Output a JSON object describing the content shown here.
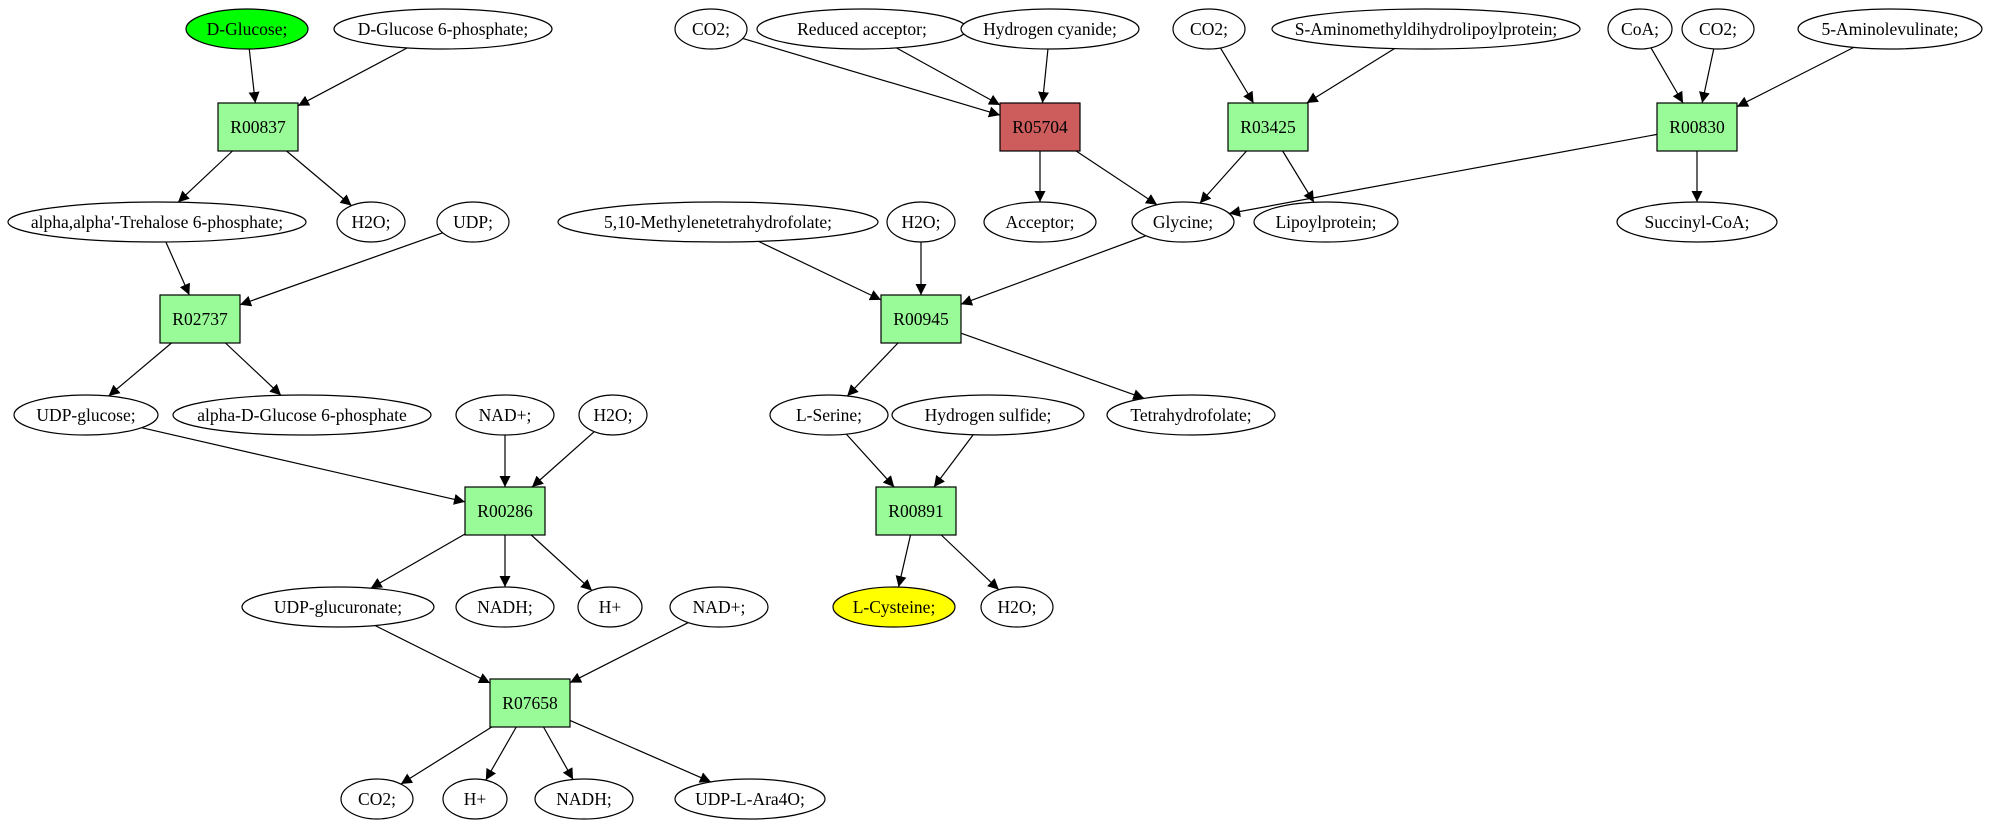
{
  "colors": {
    "reaction": "#98fb98",
    "reaction_highlight": "#cd5c5c",
    "start_compound": "#00ff00",
    "target_compound": "#ffff00",
    "compound": "#ffffff"
  },
  "graph": {
    "nodes": [
      {
        "id": "dglucose",
        "label": "D-Glucose;",
        "kind": "compound",
        "role": "start"
      },
      {
        "id": "dglc6p",
        "label": "D-Glucose 6-phosphate;",
        "kind": "compound"
      },
      {
        "id": "R00837",
        "label": "R00837",
        "kind": "reaction"
      },
      {
        "id": "trehalose6p",
        "label": "alpha,alpha'-Trehalose 6-phosphate;",
        "kind": "compound"
      },
      {
        "id": "h2o_a",
        "label": "H2O;",
        "kind": "compound"
      },
      {
        "id": "udp_a",
        "label": "UDP;",
        "kind": "compound"
      },
      {
        "id": "R02737",
        "label": "R02737",
        "kind": "reaction"
      },
      {
        "id": "udpglucose",
        "label": "UDP-glucose;",
        "kind": "compound"
      },
      {
        "id": "adg6p",
        "label": "alpha-D-Glucose 6-phosphate",
        "kind": "compound"
      },
      {
        "id": "nadp_a",
        "label": "NAD+;",
        "kind": "compound"
      },
      {
        "id": "h2o_b",
        "label": "H2O;",
        "kind": "compound"
      },
      {
        "id": "R00286",
        "label": "R00286",
        "kind": "reaction"
      },
      {
        "id": "udpglucuronate",
        "label": "UDP-glucuronate;",
        "kind": "compound"
      },
      {
        "id": "nadh_a",
        "label": "NADH;",
        "kind": "compound"
      },
      {
        "id": "hplus_a",
        "label": "H+",
        "kind": "compound"
      },
      {
        "id": "nadp_b",
        "label": "NAD+;",
        "kind": "compound"
      },
      {
        "id": "R07658",
        "label": "R07658",
        "kind": "reaction"
      },
      {
        "id": "co2_d",
        "label": "CO2;",
        "kind": "compound"
      },
      {
        "id": "hplus_b",
        "label": "H+",
        "kind": "compound"
      },
      {
        "id": "nadh_b",
        "label": "NADH;",
        "kind": "compound"
      },
      {
        "id": "udplara4o",
        "label": "UDP-L-Ara4O;",
        "kind": "compound"
      },
      {
        "id": "co2_a",
        "label": "CO2;",
        "kind": "compound"
      },
      {
        "id": "redacc",
        "label": "Reduced acceptor;",
        "kind": "compound"
      },
      {
        "id": "hcn",
        "label": "Hydrogen cyanide;",
        "kind": "compound"
      },
      {
        "id": "R05704",
        "label": "R05704",
        "kind": "reaction",
        "role": "highlight"
      },
      {
        "id": "acceptor",
        "label": "Acceptor;",
        "kind": "compound"
      },
      {
        "id": "glycine",
        "label": "Glycine;",
        "kind": "compound"
      },
      {
        "id": "co2_b",
        "label": "CO2;",
        "kind": "compound"
      },
      {
        "id": "samdlp",
        "label": "S-Aminomethyldihydrolipoylprotein;",
        "kind": "compound"
      },
      {
        "id": "R03425",
        "label": "R03425",
        "kind": "reaction"
      },
      {
        "id": "lipoylprotein",
        "label": "Lipoylprotein;",
        "kind": "compound"
      },
      {
        "id": "coa",
        "label": "CoA;",
        "kind": "compound"
      },
      {
        "id": "co2_c",
        "label": "CO2;",
        "kind": "compound"
      },
      {
        "id": "ala5",
        "label": "5-Aminolevulinate;",
        "kind": "compound"
      },
      {
        "id": "R00830",
        "label": "R00830",
        "kind": "reaction"
      },
      {
        "id": "succinylcoa",
        "label": "Succinyl-CoA;",
        "kind": "compound"
      },
      {
        "id": "methylenethf",
        "label": "5,10-Methylenetetrahydrofolate;",
        "kind": "compound"
      },
      {
        "id": "h2o_c",
        "label": "H2O;",
        "kind": "compound"
      },
      {
        "id": "R00945",
        "label": "R00945",
        "kind": "reaction"
      },
      {
        "id": "lserine",
        "label": "L-Serine;",
        "kind": "compound"
      },
      {
        "id": "thf",
        "label": "Tetrahydrofolate;",
        "kind": "compound"
      },
      {
        "id": "h2s",
        "label": "Hydrogen sulfide;",
        "kind": "compound"
      },
      {
        "id": "R00891",
        "label": "R00891",
        "kind": "reaction"
      },
      {
        "id": "lcysteine",
        "label": "L-Cysteine;",
        "kind": "compound",
        "role": "target"
      },
      {
        "id": "h2o_d",
        "label": "H2O;",
        "kind": "compound"
      }
    ],
    "edges": [
      [
        "dglucose",
        "R00837"
      ],
      [
        "dglc6p",
        "R00837"
      ],
      [
        "R00837",
        "trehalose6p"
      ],
      [
        "R00837",
        "h2o_a"
      ],
      [
        "trehalose6p",
        "R02737"
      ],
      [
        "udp_a",
        "R02737"
      ],
      [
        "R02737",
        "udpglucose"
      ],
      [
        "R02737",
        "adg6p"
      ],
      [
        "udpglucose",
        "R00286"
      ],
      [
        "nadp_a",
        "R00286"
      ],
      [
        "h2o_b",
        "R00286"
      ],
      [
        "R00286",
        "udpglucuronate"
      ],
      [
        "R00286",
        "nadh_a"
      ],
      [
        "R00286",
        "hplus_a"
      ],
      [
        "udpglucuronate",
        "R07658"
      ],
      [
        "nadp_b",
        "R07658"
      ],
      [
        "R07658",
        "co2_d"
      ],
      [
        "R07658",
        "hplus_b"
      ],
      [
        "R07658",
        "nadh_b"
      ],
      [
        "R07658",
        "udplara4o"
      ],
      [
        "co2_a",
        "R05704"
      ],
      [
        "redacc",
        "R05704"
      ],
      [
        "hcn",
        "R05704"
      ],
      [
        "R05704",
        "acceptor"
      ],
      [
        "R05704",
        "glycine"
      ],
      [
        "co2_b",
        "R03425"
      ],
      [
        "samdlp",
        "R03425"
      ],
      [
        "R03425",
        "glycine"
      ],
      [
        "R03425",
        "lipoylprotein"
      ],
      [
        "coa",
        "R00830"
      ],
      [
        "co2_c",
        "R00830"
      ],
      [
        "ala5",
        "R00830"
      ],
      [
        "R00830",
        "glycine"
      ],
      [
        "R00830",
        "succinylcoa"
      ],
      [
        "methylenethf",
        "R00945"
      ],
      [
        "h2o_c",
        "R00945"
      ],
      [
        "glycine",
        "R00945"
      ],
      [
        "R00945",
        "lserine"
      ],
      [
        "R00945",
        "thf"
      ],
      [
        "lserine",
        "R00891"
      ],
      [
        "h2s",
        "R00891"
      ],
      [
        "R00891",
        "lcysteine"
      ],
      [
        "R00891",
        "h2o_d"
      ]
    ]
  }
}
